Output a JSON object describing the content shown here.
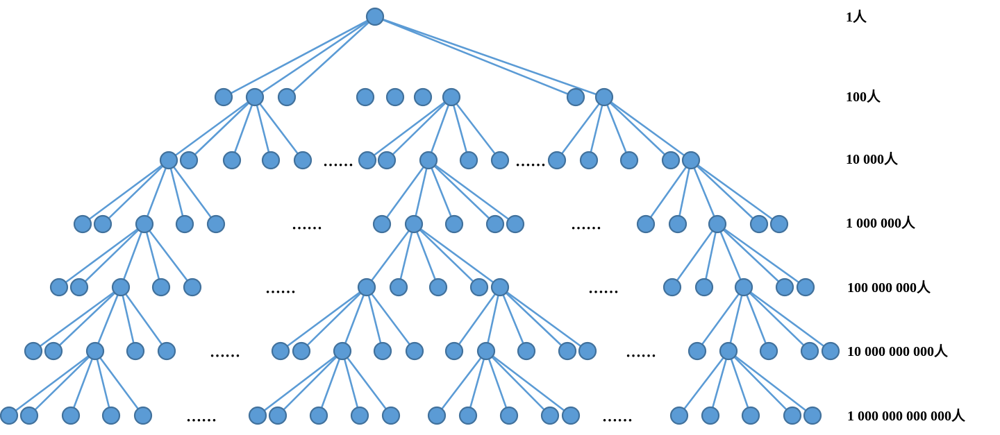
{
  "levels": [
    "1人",
    "100人",
    "10 000人",
    "1 000 000人",
    "100 000 000人",
    "10 000 000 000人",
    "1 000 000 000 000人"
  ],
  "ellipsis": "……",
  "colors": {
    "node_fill": "#5b9bd5",
    "node_stroke": "#41719c",
    "edge": "#5b9bd5"
  }
}
